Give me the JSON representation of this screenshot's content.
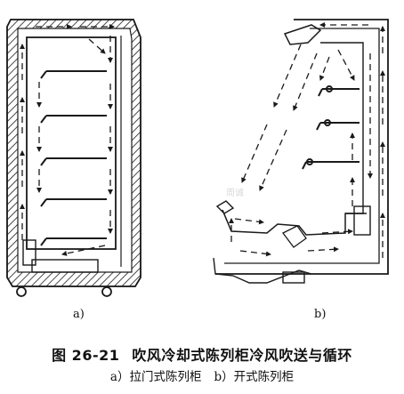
{
  "panels": {
    "a_label": "a)",
    "b_label": "b)"
  },
  "caption": {
    "number": "图 26-21",
    "title": "吹风冷却式陈列柜冷风吹送与循环"
  },
  "subcaption": {
    "a": "a）拉门式陈列柜",
    "b": "b）开式陈列柜"
  },
  "watermark": "周诚",
  "colors": {
    "line": "#1a1a1a",
    "background": "#ffffff"
  }
}
